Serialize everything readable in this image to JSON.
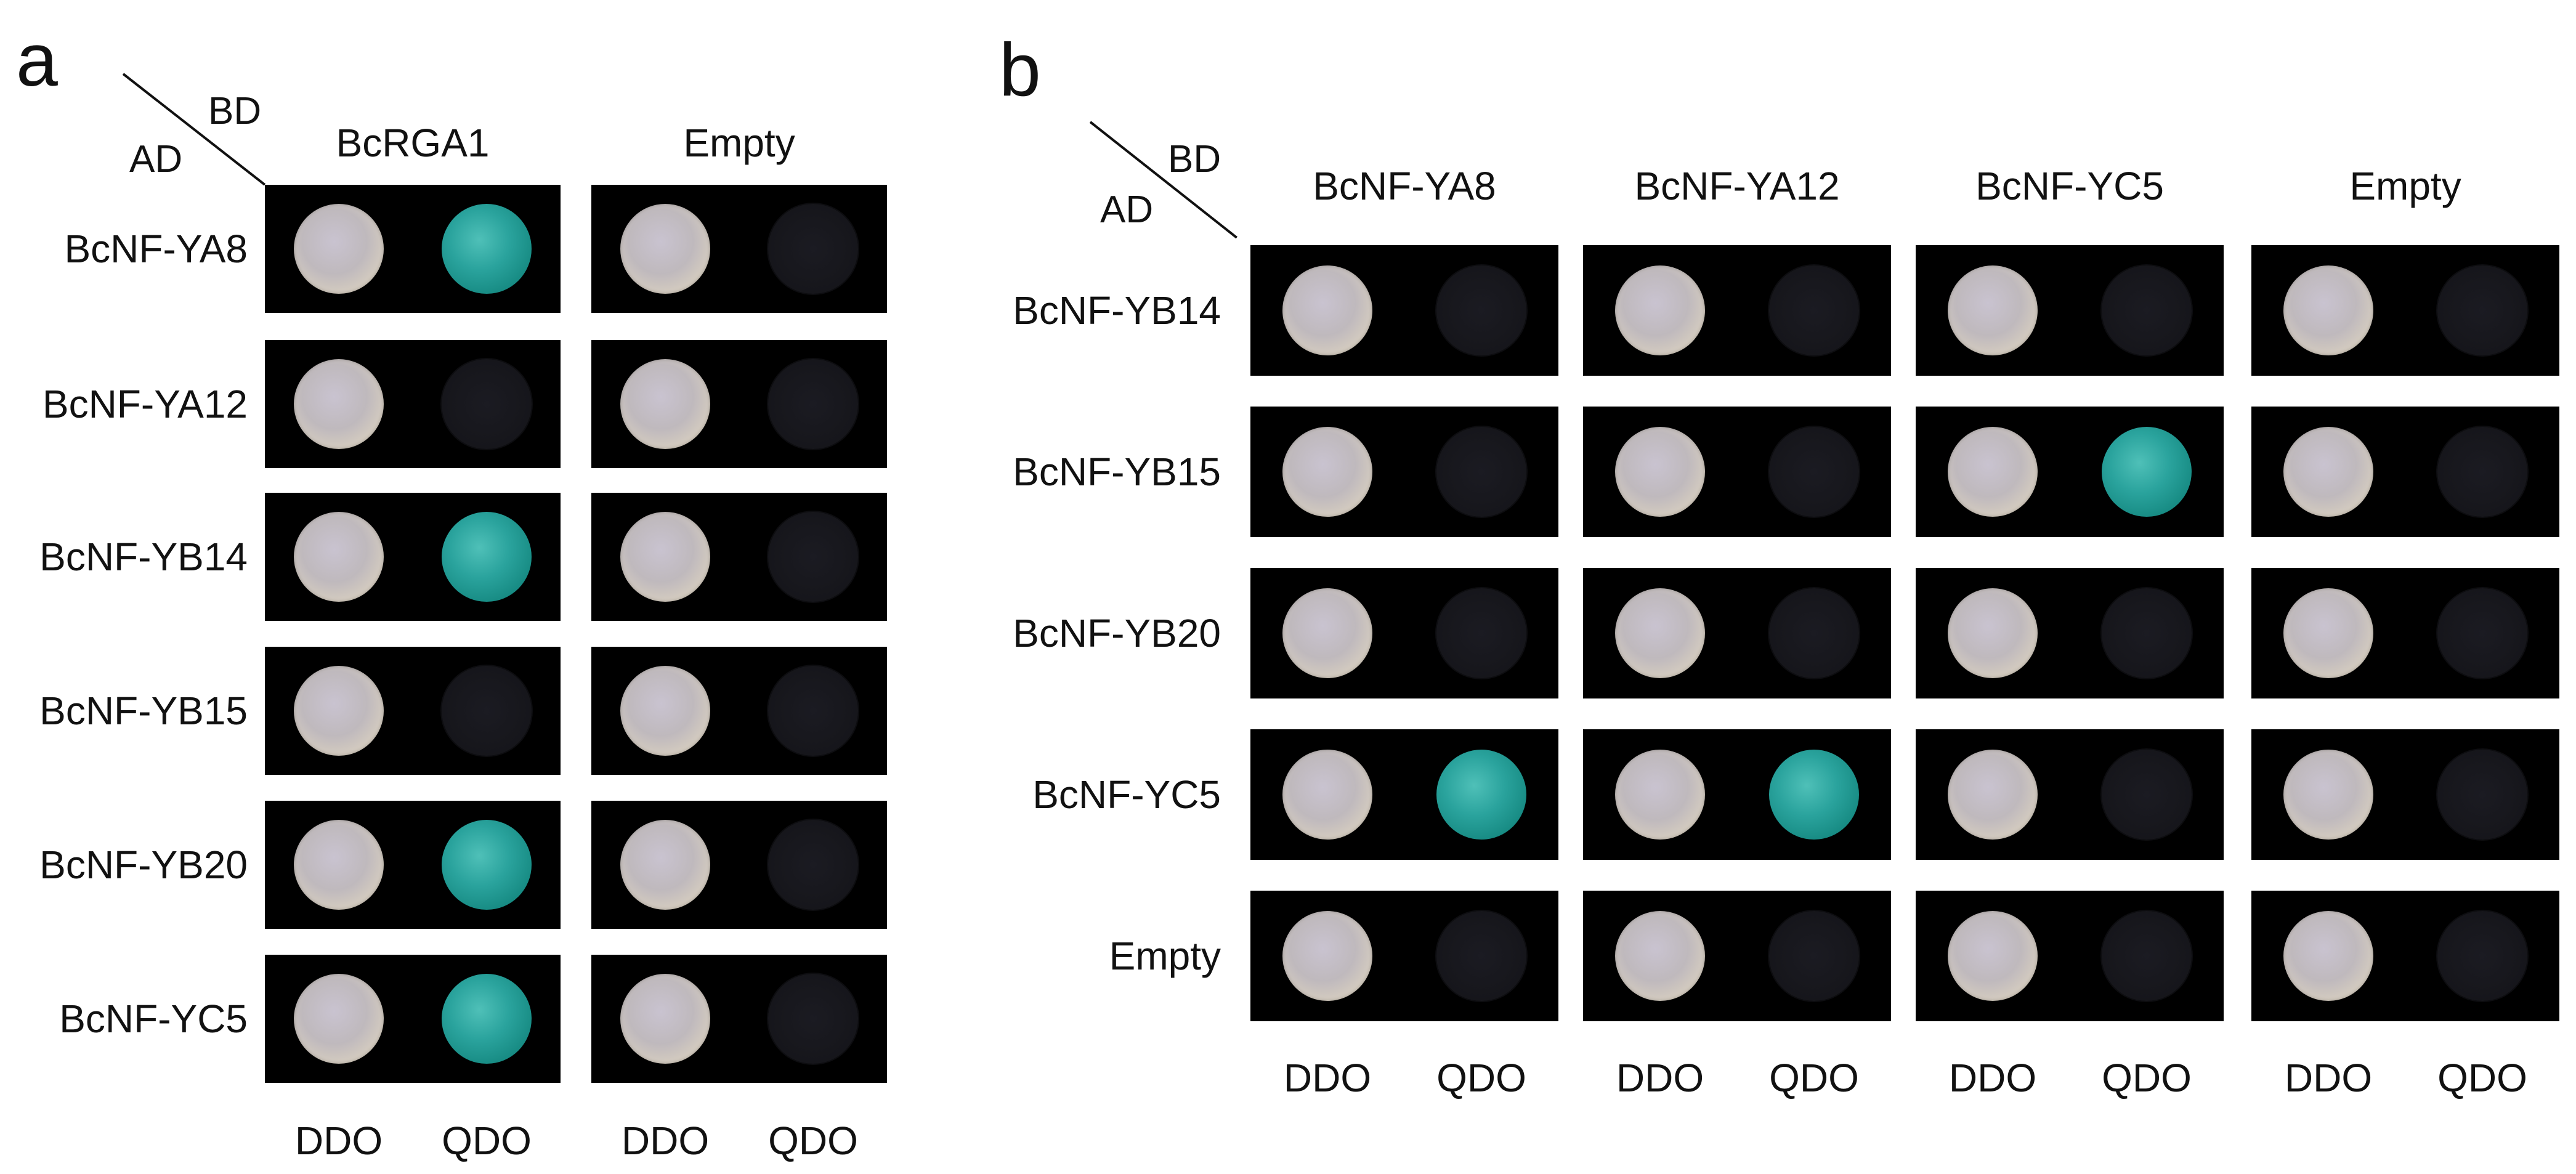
{
  "panel_a": {
    "letter": "a",
    "axis": {
      "bd": "BD",
      "ad": "AD"
    },
    "columns": [
      "BcRGA1",
      "Empty"
    ],
    "rows": [
      "BcNF-YA8",
      "BcNF-YA12",
      "BcNF-YB14",
      "BcNF-YB15",
      "BcNF-YB20",
      "BcNF-YC5"
    ],
    "footer": [
      "DDO",
      "QDO",
      "DDO",
      "QDO"
    ],
    "qdo_growth": [
      [
        true,
        false
      ],
      [
        false,
        false
      ],
      [
        true,
        false
      ],
      [
        false,
        false
      ],
      [
        true,
        false
      ],
      [
        true,
        false
      ]
    ]
  },
  "panel_b": {
    "letter": "b",
    "axis": {
      "bd": "BD",
      "ad": "AD"
    },
    "columns": [
      "BcNF-YA8",
      "BcNF-YA12",
      "BcNF-YC5",
      "Empty"
    ],
    "rows": [
      "BcNF-YB14",
      "BcNF-YB15",
      "BcNF-YB20",
      "BcNF-YC5",
      "Empty"
    ],
    "footer": [
      "DDO",
      "QDO",
      "DDO",
      "QDO",
      "DDO",
      "QDO",
      "DDO",
      "QDO"
    ],
    "qdo_growth": [
      [
        false,
        false,
        false,
        false
      ],
      [
        false,
        false,
        true,
        false
      ],
      [
        false,
        false,
        false,
        false
      ],
      [
        true,
        true,
        false,
        false
      ],
      [
        false,
        false,
        false,
        false
      ]
    ]
  },
  "colors": {
    "plate_background": "#000000",
    "qdo_positive": "#2aa39d",
    "qdo_negative": "#16161b",
    "ddo_colony": "#c9c3c6"
  }
}
